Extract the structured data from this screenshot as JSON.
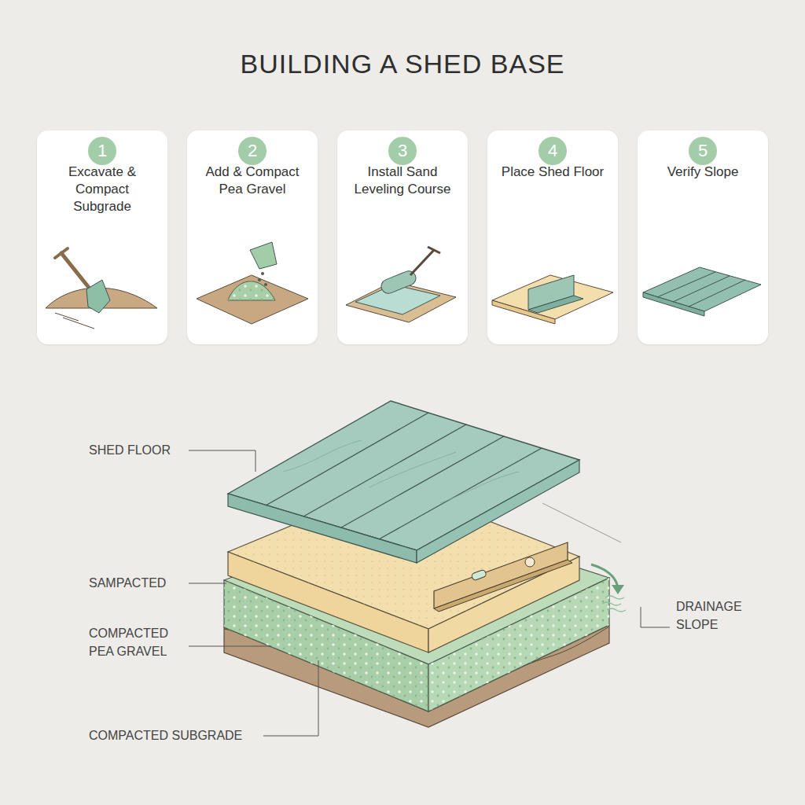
{
  "diagram": {
    "title": "BUILDING A SHED BASE",
    "nodes": [
      {
        "text": [
          "1",
          "Excavate & Compact Subgrade"
        ]
      },
      {
        "text": [
          "2",
          "Add & Compact Pea Gravel"
        ]
      },
      {
        "text": [
          "3",
          "Install Sand Leveling Course"
        ]
      },
      {
        "text": [
          "4",
          "Place Shed Floor"
        ]
      },
      {
        "text": [
          "5",
          "Verify Slope"
        ]
      }
    ],
    "labels": [
      "SHED FLOOR",
      "SAMPACTED",
      "COMPACTED PEA GRAVEL",
      "COMPACTED SUBGRADE",
      "DRAINAGE SLOPE"
    ]
  }
}
